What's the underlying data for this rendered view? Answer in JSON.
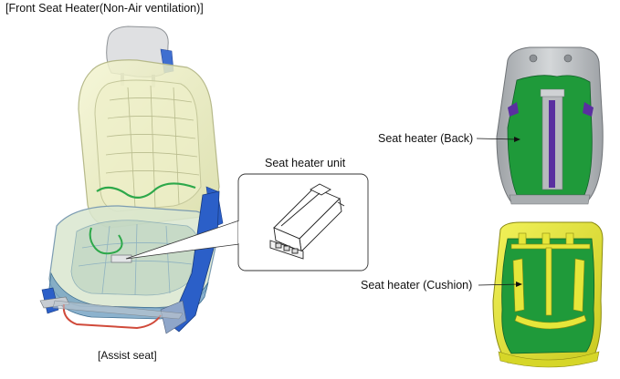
{
  "header": {
    "title": "[Front Seat Heater(Non-Air ventilation)]"
  },
  "labels": {
    "assist_seat": "[Assist seat]",
    "heater_unit": "Seat heater unit",
    "heater_back": "Seat heater (Back)",
    "heater_cushion": "Seat heater (Cushion)"
  },
  "colors": {
    "seat_shell": "#e9ebb8",
    "heater_green": "#1f9a3a",
    "cushion_frame": "#e6e63a",
    "back_frame": "#b9bcbf",
    "rail_blue": "#2b5fc8",
    "harness_red": "#d04a3a",
    "stripe_purple": "#5a2fa0"
  }
}
